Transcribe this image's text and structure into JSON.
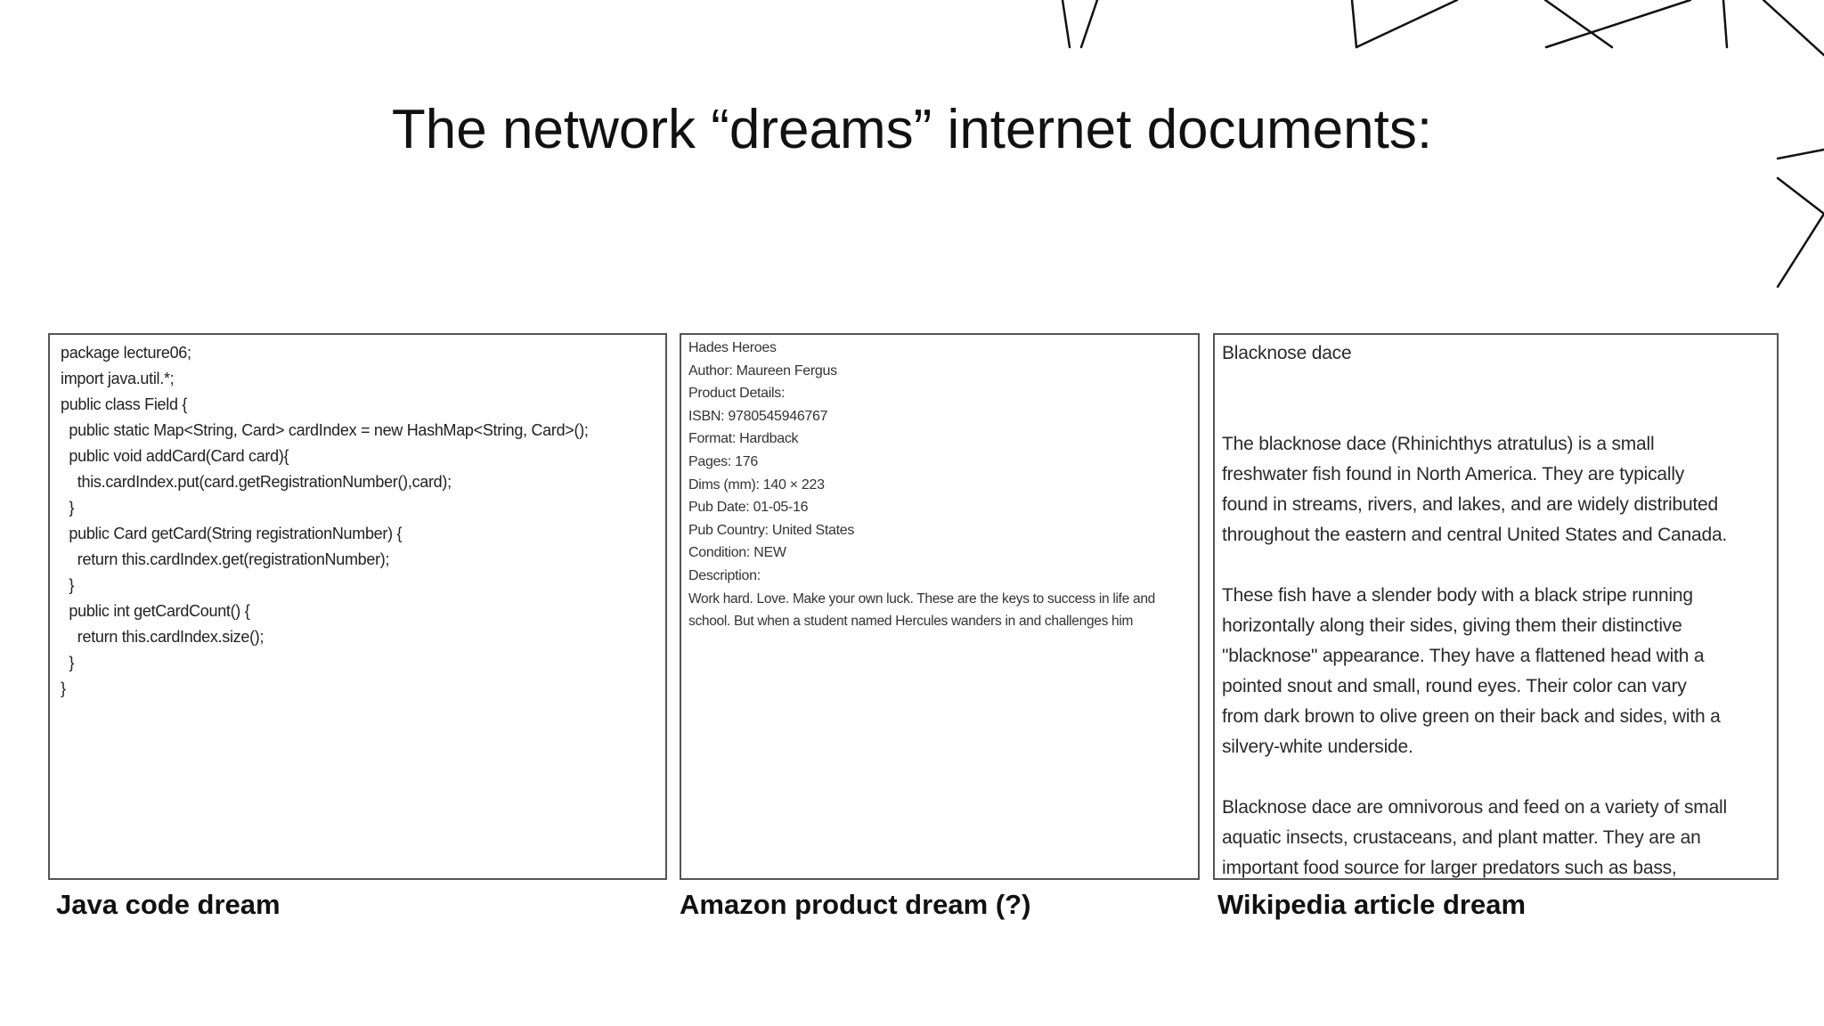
{
  "slide": {
    "title": "The network “dreams” internet documents:"
  },
  "panels": {
    "java": {
      "caption": "Java code dream",
      "lines": [
        "package lecture06;",
        "",
        "import java.util.*;",
        "",
        "public class Field {",
        "",
        "  public static Map<String, Card> cardIndex = new HashMap<String, Card>();",
        "",
        "  public void addCard(Card card){",
        "    this.cardIndex.put(card.getRegistrationNumber(),card);",
        "  }",
        "",
        "  public Card getCard(String registrationNumber) {",
        "    return this.cardIndex.get(registrationNumber);",
        "  }",
        "",
        "  public int getCardCount() {",
        "    return this.cardIndex.size();",
        "  }",
        "",
        "}"
      ]
    },
    "amazon": {
      "caption": "Amazon product dream (?)",
      "lines": [
        "Hades Heroes",
        "",
        "Author: Maureen Fergus",
        "",
        "Product Details:",
        "",
        "ISBN: 9780545946767",
        "",
        "Format: Hardback",
        "",
        "Pages: 176",
        "",
        "Dims (mm): 140 × 223",
        "",
        "Pub Date: 01-05-16",
        "",
        "Pub Country: United States",
        "",
        "Condition: NEW",
        "",
        "Description:",
        ""
      ],
      "description_lines": [
        "Work hard. Love. Make your own luck. These are the keys to success in life and",
        "school. But when a student named Hercules wanders in and challenges him"
      ]
    },
    "wikipedia": {
      "caption": "Wikipedia article dream",
      "heading": "Blacknose dace",
      "paragraphs": [
        [
          "The blacknose dace (Rhinichthys atratulus) is a small",
          "freshwater fish found in North America. They are typically",
          "found in streams, rivers, and lakes, and are widely distributed",
          "throughout the eastern and central United States and Canada."
        ],
        [
          "These fish have a slender body with a black stripe running",
          "horizontally along their sides, giving them their distinctive",
          "\"blacknose\" appearance. They have a flattened head with a",
          "pointed snout and small, round eyes. Their color can vary",
          "from dark brown to olive green on their back and sides, with a",
          "silvery-white underside."
        ],
        [
          "Blacknose dace are omnivorous and feed on a variety of small",
          "aquatic insects, crustaceans, and plant matter. They are an",
          "important food source for larger predators such as bass,"
        ]
      ]
    }
  },
  "colors": {
    "background": "#ffffff",
    "text": "#111111",
    "panel_border": "#555555",
    "decor_lines": "#111111"
  }
}
